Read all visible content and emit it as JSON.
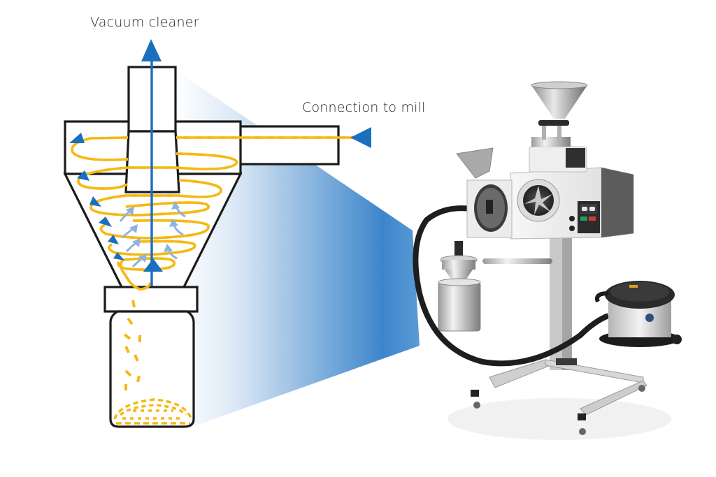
{
  "diagram": {
    "title": "Cyclone separator connected to mill and vacuum cleaner",
    "labels": {
      "vacuum_outlet": "Vacuum cleaner",
      "mill_inlet": "Connection to mill"
    },
    "components": [
      "cyclone-body",
      "vortex-finder-tube",
      "inlet-pipe",
      "conical-section",
      "collar",
      "collection-vessel",
      "sample-particles",
      "spiral-airflow",
      "central-updraft"
    ],
    "photo": {
      "subject": "Rotor mill on mobile stand with cyclone, collection vessel, hose and vacuum cleaner",
      "parts": [
        "feed-funnel",
        "vibratory-feeder",
        "mill-housing",
        "open-grinding-door",
        "rotor",
        "control-panel",
        "hose",
        "cyclone",
        "collection-vessel",
        "stand",
        "vacuum-cleaner"
      ]
    },
    "colors": {
      "airflow_blue": "#1a6fbf",
      "particle_yellow": "#f5b914",
      "updraft_light_blue": "#8fb3de",
      "outline": "#1b1b1b",
      "beam_gradient_start": "#ffffff",
      "beam_gradient_end": "#3d86cb"
    }
  }
}
